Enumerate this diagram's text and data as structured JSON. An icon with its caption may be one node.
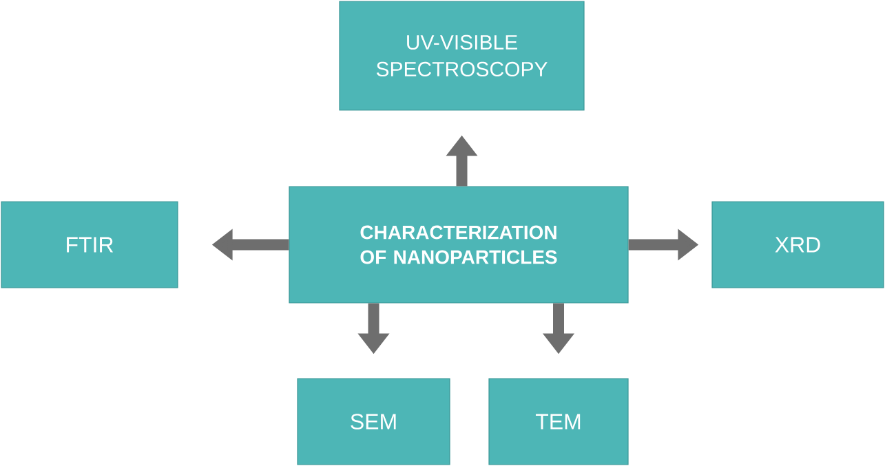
{
  "diagram": {
    "nodes": [
      {
        "text": [
          "UV-VISIBLE SPECTROSCOPY"
        ]
      },
      {
        "text": [
          "FTIR"
        ]
      },
      {
        "text": [
          "CHARACTERIZATION OF NANOPARTICLES"
        ]
      },
      {
        "text": [
          "XRD"
        ]
      },
      {
        "text": [
          "SEM"
        ]
      },
      {
        "text": [
          "TEM"
        ]
      }
    ],
    "edges": [
      {
        "from": 2,
        "to": 0,
        "arrow": "to"
      },
      {
        "from": 2,
        "to": 1,
        "arrow": "to"
      },
      {
        "from": 2,
        "to": 3,
        "arrow": "to"
      },
      {
        "from": 2,
        "to": 4,
        "arrow": "to"
      },
      {
        "from": 2,
        "to": 5,
        "arrow": "to"
      }
    ]
  }
}
